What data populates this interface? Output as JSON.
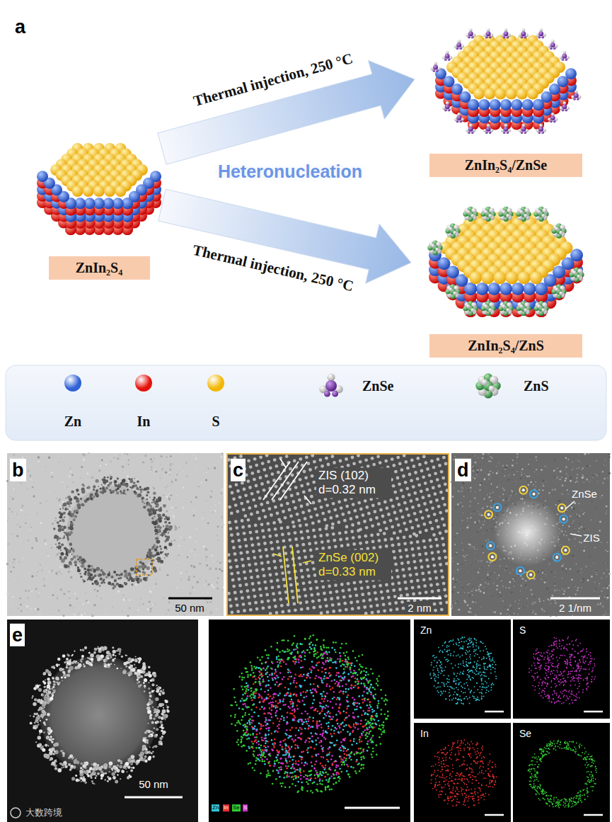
{
  "diagram": {
    "nodes": [
      {
        "text": [
          "ZnIn₂S₄"
        ]
      },
      {
        "text": [
          "ZnIn₂S₄/ZnSe"
        ]
      },
      {
        "text": [
          "ZnIn₂S₄/ZnS"
        ]
      }
    ],
    "edges": [
      {
        "from": 0,
        "to": 1,
        "arrow": "to",
        "label": "Thermal injection, 250 °C"
      },
      {
        "from": 0,
        "to": 2,
        "arrow": "to",
        "label": "Thermal injection, 250 °C"
      }
    ],
    "labels": [
      "a",
      "Heteronucleation",
      "b",
      "50 nm",
      "c",
      "ZIS (102) d=0.32 nm",
      "ZnSe (002) d=0.33 nm",
      "2 nm",
      "d",
      "ZnSe",
      "ZIS",
      "2 1/nm",
      "e",
      "50 nm",
      "Zn",
      "S",
      "In",
      "Se",
      "Zn",
      "In",
      "Se",
      "S",
      "大数跨境"
    ],
    "legend": [
      {
        "text": "Zn",
        "color": "#2f62d6"
      },
      {
        "text": "In",
        "color": "#e3120b"
      },
      {
        "text": "S",
        "color": "#f2b705"
      },
      {
        "text": "ZnSe"
      },
      {
        "text": "ZnS"
      }
    ]
  }
}
